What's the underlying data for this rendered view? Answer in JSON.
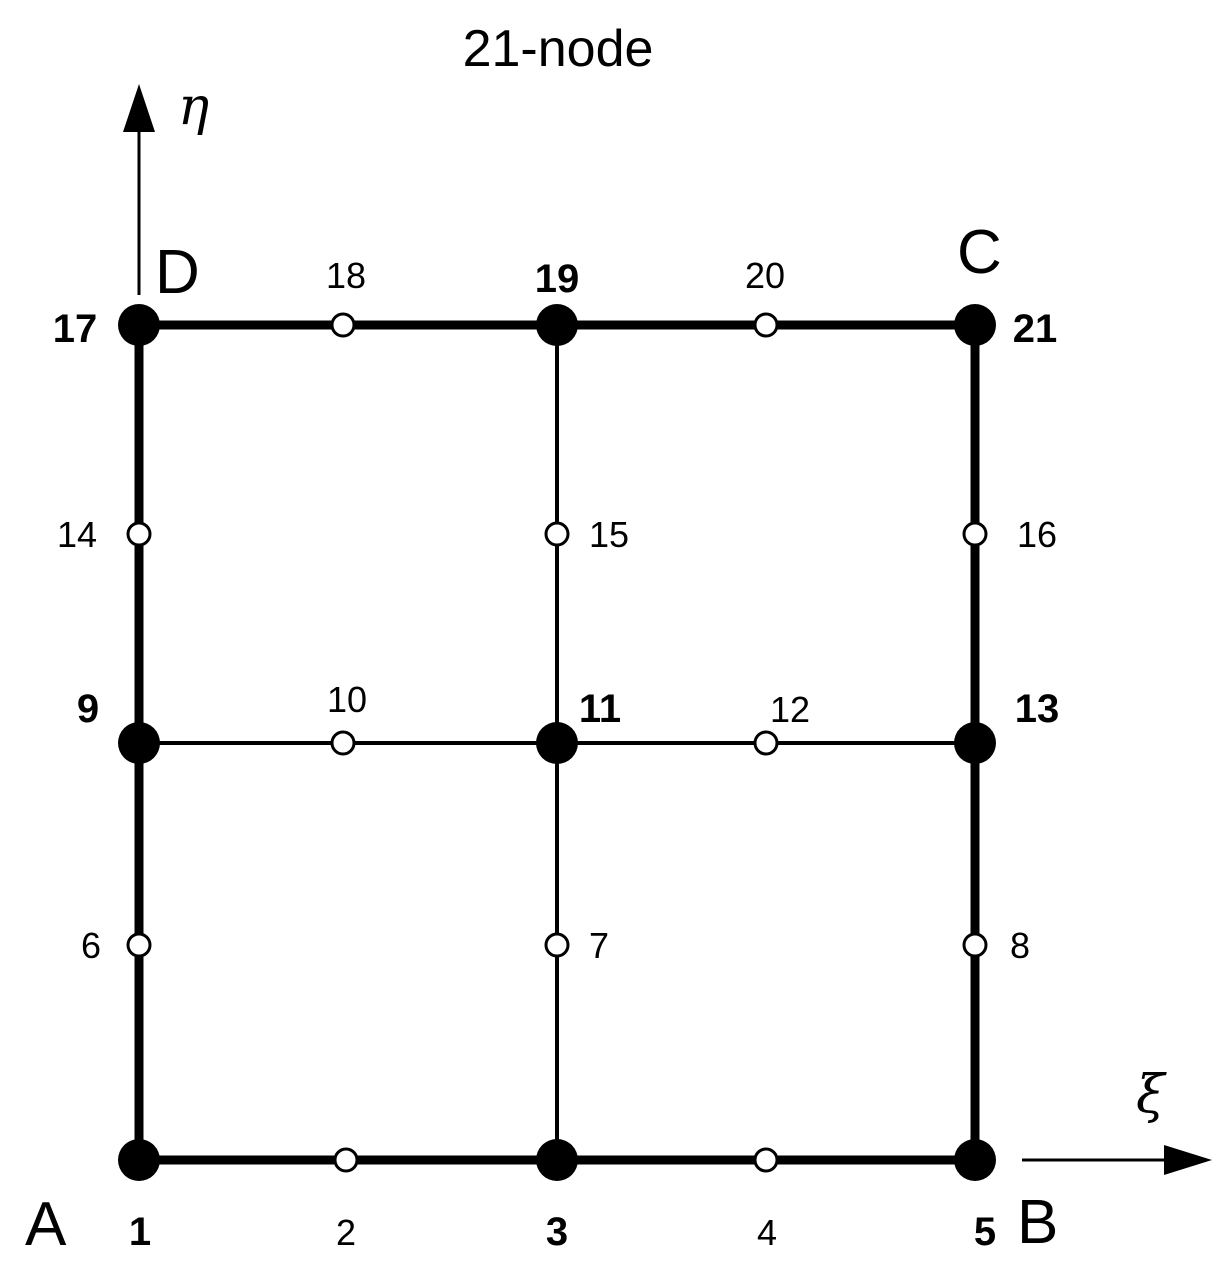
{
  "title": "21-node",
  "axes": {
    "eta": "η",
    "xi": "ξ"
  },
  "corners": {
    "A": "A",
    "B": "B",
    "C": "C",
    "D": "D"
  },
  "nodes": {
    "n1": "1",
    "n2": "2",
    "n3": "3",
    "n4": "4",
    "n5": "5",
    "n6": "6",
    "n7": "7",
    "n8": "8",
    "n9": "9",
    "n10": "10",
    "n11": "11",
    "n12": "12",
    "n13": "13",
    "n14": "14",
    "n15": "15",
    "n16": "16",
    "n17": "17",
    "n18": "18",
    "n19": "19",
    "n20": "20",
    "n21": "21"
  },
  "colors": {
    "stroke": "#000000",
    "background": "#ffffff"
  }
}
